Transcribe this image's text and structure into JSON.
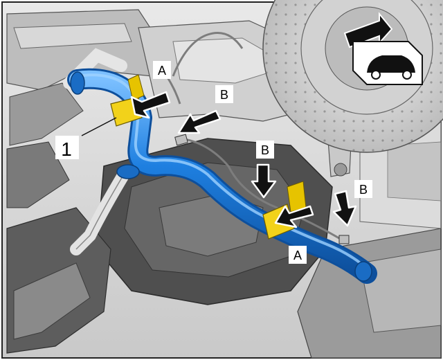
{
  "figure": {
    "callouts": {
      "item_number": "1",
      "clamp_a_upper": "A",
      "clamp_a_lower": "A",
      "clip_b_upper": "B",
      "clip_b_middle": "B",
      "clip_b_right": "B"
    },
    "colors": {
      "hose": "#1e7fe0",
      "hose_highlight": "#7cc0ff",
      "clamp": "#f2d21a",
      "arrow": "#111111",
      "engine_dark": "#4a4a4a",
      "engine_mid": "#8a8a8a",
      "engine_light": "#d6d6d6"
    },
    "icons": {
      "orientation": "vehicle-front-direction-icon"
    }
  }
}
